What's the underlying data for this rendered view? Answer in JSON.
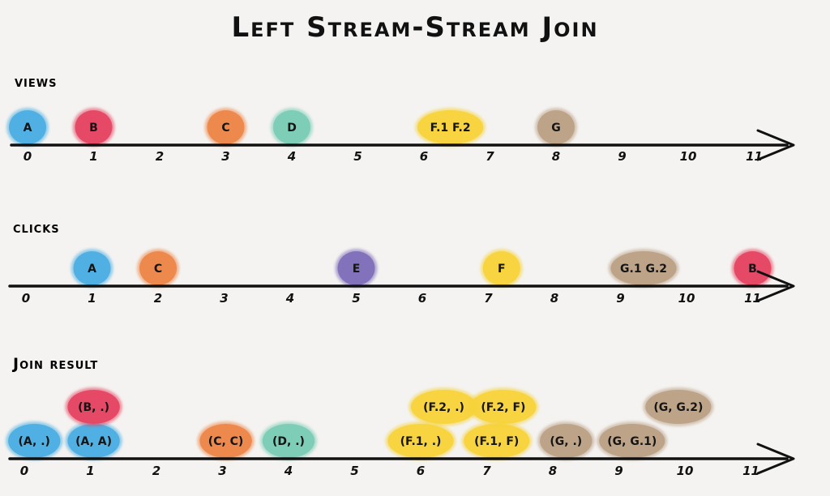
{
  "title": "Left Stream-Stream Join",
  "colors": {
    "blue": "#4aaee2",
    "red": "#e5435f",
    "orange": "#ee8547",
    "teal": "#79cbb4",
    "yellow": "#f6d23a",
    "tan": "#bb9f84",
    "purple": "#7e6cb9",
    "line": "#111111"
  },
  "timelines": [
    {
      "id": "views",
      "label": "views",
      "ticks": [
        "0",
        "1",
        "2",
        "3",
        "4",
        "5",
        "6",
        "7",
        "8",
        "9",
        "10",
        "11"
      ],
      "events": [
        {
          "label": "A",
          "time": 0,
          "color": "blue",
          "row": 0
        },
        {
          "label": "B",
          "time": 1,
          "color": "red",
          "row": 0
        },
        {
          "label": "C",
          "time": 3,
          "color": "orange",
          "row": 0
        },
        {
          "label": "D",
          "time": 4,
          "color": "teal",
          "row": 0
        },
        {
          "label": "F.1  F.2",
          "time": 6.4,
          "color": "yellow",
          "row": 0,
          "wide": true
        },
        {
          "label": "G",
          "time": 8,
          "color": "tan",
          "row": 0
        }
      ]
    },
    {
      "id": "clicks",
      "label": "clicks",
      "ticks": [
        "0",
        "1",
        "2",
        "3",
        "4",
        "5",
        "6",
        "7",
        "8",
        "9",
        "10",
        "11"
      ],
      "events": [
        {
          "label": "A",
          "time": 1,
          "color": "blue",
          "row": 0
        },
        {
          "label": "C",
          "time": 2,
          "color": "orange",
          "row": 0
        },
        {
          "label": "E",
          "time": 5,
          "color": "purple",
          "row": 0
        },
        {
          "label": "F",
          "time": 7.2,
          "color": "yellow",
          "row": 0
        },
        {
          "label": "G.1  G.2",
          "time": 9.35,
          "color": "tan",
          "row": 0,
          "wide": true
        },
        {
          "label": "B",
          "time": 11,
          "color": "red",
          "row": 0
        }
      ]
    },
    {
      "id": "join",
      "label": "Join result",
      "ticks": [
        "0",
        "1",
        "2",
        "3",
        "4",
        "5",
        "6",
        "7",
        "8",
        "9",
        "10",
        "11"
      ],
      "events": [
        {
          "label": "(A, .)",
          "time": 0.15,
          "color": "blue",
          "row": 0
        },
        {
          "label": "(A, A)",
          "time": 1.05,
          "color": "blue",
          "row": 0
        },
        {
          "label": "(B, .)",
          "time": 1.05,
          "color": "red",
          "row": 1
        },
        {
          "label": "(C, C)",
          "time": 3.05,
          "color": "orange",
          "row": 0
        },
        {
          "label": "(D, .)",
          "time": 4,
          "color": "teal",
          "row": 0
        },
        {
          "label": "(F.1, .)",
          "time": 6,
          "color": "yellow",
          "row": 0
        },
        {
          "label": "(F.2, .)",
          "time": 6.35,
          "color": "yellow",
          "row": 1
        },
        {
          "label": "(F.1, F)",
          "time": 7.15,
          "color": "yellow",
          "row": 0
        },
        {
          "label": "(F.2, F)",
          "time": 7.25,
          "color": "yellow",
          "row": 1
        },
        {
          "label": "(G, .)",
          "time": 8.2,
          "color": "tan",
          "row": 0
        },
        {
          "label": "(G, G.1)",
          "time": 9.2,
          "color": "tan",
          "row": 0
        },
        {
          "label": "(G, G.2)",
          "time": 9.9,
          "color": "tan",
          "row": 1
        }
      ]
    }
  ]
}
